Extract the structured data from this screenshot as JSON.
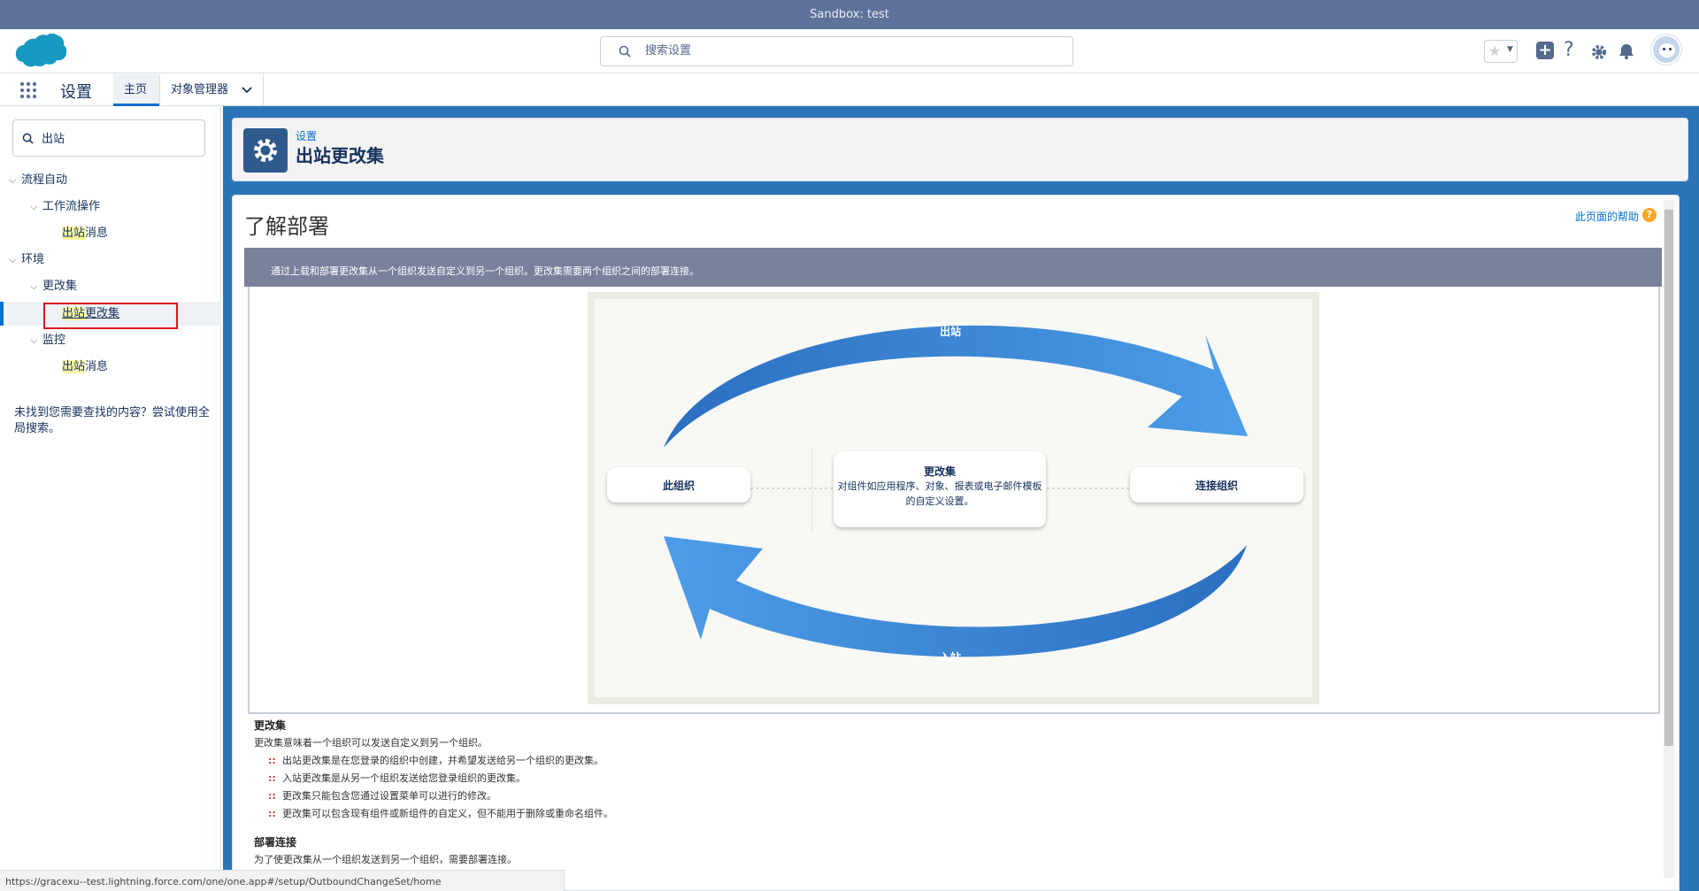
{
  "sandbox_bar": {
    "text": "Sandbox: test"
  },
  "header": {
    "search_placeholder": "搜索设置"
  },
  "nav": {
    "app_name": "设置",
    "tabs": [
      {
        "label": "主页"
      },
      {
        "label": "对象管理器"
      }
    ]
  },
  "sidebar": {
    "quick_find_value": "出站",
    "tree": {
      "process_automation": "流程自动",
      "workflow_actions": "工作流操作",
      "outbound_messages_1": {
        "hl": "出站",
        "rest": "消息"
      },
      "environments": "环境",
      "change_sets": "更改集",
      "outbound_change_sets": {
        "hl": "出站",
        "rest": "更改集"
      },
      "monitoring": "监控",
      "outbound_messages_2": {
        "hl": "出站",
        "rest": "消息"
      }
    },
    "not_found": "未找到您需要查找的内容？尝试使用全局搜索。"
  },
  "page_header": {
    "breadcrumb": "设置",
    "title": "出站更改集"
  },
  "main": {
    "title": "了解部署",
    "help_link": "此页面的帮助",
    "help_icon": "?",
    "banner": "通过上载和部署更改集从一个组织发送自定义到另一个组织。更改集需要两个组织之间的部署连接。",
    "diagram": {
      "top_arrow_label": "出站",
      "bottom_arrow_label": "入站",
      "left_node": "此组织",
      "right_node": "连接组织",
      "center_title": "更改集",
      "center_desc": "对组件如应用程序、对象、报表或电子邮件模板的自定义设置。"
    },
    "details": {
      "change_set_heading": "更改集",
      "change_set_intro": "更改集意味着一个组织可以发送自定义到另一个组织。",
      "bullets": [
        "出站更改集是在您登录的组织中创建，并希望发送给另一个组织的更改集。",
        "入站更改集是从另一个组织发送给您登录组织的更改集。",
        "更改集只能包含您通过设置菜单可以进行的修改。",
        "更改集可以包含现有组件或新组件的自定义，但不能用于删除或重命名组件。"
      ],
      "deploy_heading": "部署连接",
      "deploy_intro": "为了使更改集从一个组织发送到另一个组织，需要部署连接。"
    }
  },
  "status_bar": {
    "url": "https://gracexu--test.lightning.force.com/one/one.app#/setup/OutboundChangeSet/home"
  },
  "colors": {
    "accent": "#0070d2",
    "sandbox_bar": "#5f729a",
    "arrow_blue": "#4a94e0",
    "highlight_box": "#e0141e"
  },
  "icons": [
    "salesforce-cloud-logo",
    "search-icon",
    "star-icon",
    "plus-icon",
    "question-icon",
    "gear-icon",
    "bell-icon",
    "avatar",
    "app-launcher-icon",
    "chevron-down-icon",
    "settings-gear-icon"
  ]
}
